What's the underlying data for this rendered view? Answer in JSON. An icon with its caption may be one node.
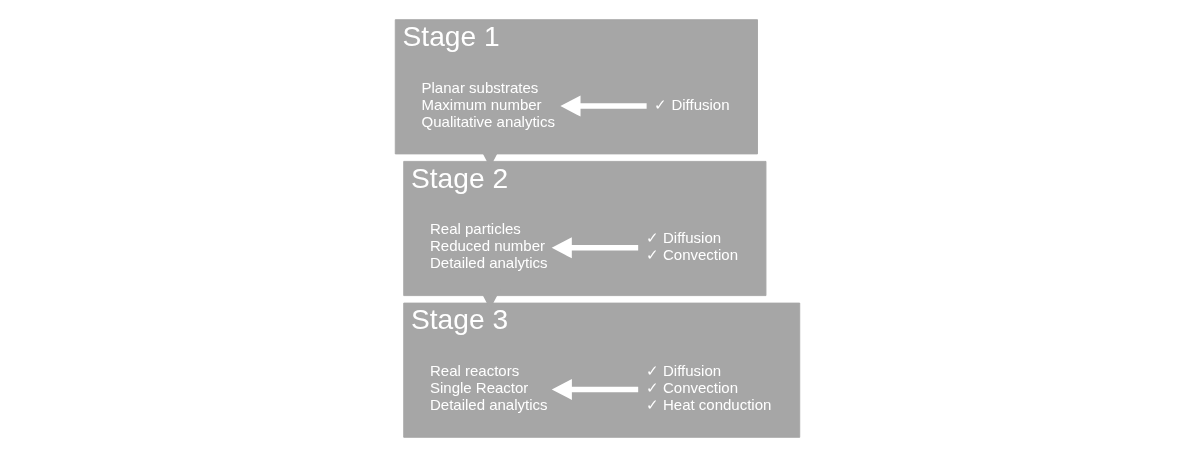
{
  "diagram": {
    "nodes": [
      {
        "text": [
          "Stage 1"
        ]
      },
      {
        "text": [
          "Planar substrates",
          "Maximum number",
          "Qualitative analytics"
        ],
        "in": 0
      },
      {
        "text": [
          "✓ Diffusion"
        ],
        "in": 0
      },
      {
        "text": [
          "Stage 2"
        ]
      },
      {
        "text": [
          "Real particles",
          "Reduced number",
          "Detailed analytics"
        ],
        "in": 3
      },
      {
        "text": [
          "✓ Diffusion",
          "✓ Convection"
        ],
        "in": 3
      },
      {
        "text": [
          "Stage 3"
        ]
      },
      {
        "text": [
          "Real reactors",
          "Single Reactor",
          "Detailed analytics"
        ],
        "in": 6
      },
      {
        "text": [
          "✓ Diffusion",
          "✓ Convection",
          "✓ Heat conduction"
        ],
        "in": 6
      }
    ],
    "edges": [
      {
        "from": 2,
        "to": 1,
        "arrow": "to"
      },
      {
        "from": 0,
        "to": 3,
        "arrow": "to",
        "color": "#a6a6a6"
      },
      {
        "from": 5,
        "to": 4,
        "arrow": "to"
      },
      {
        "from": 3,
        "to": 6,
        "arrow": "to",
        "color": "#a6a6a6"
      },
      {
        "from": 8,
        "to": 7,
        "arrow": "to"
      }
    ]
  }
}
